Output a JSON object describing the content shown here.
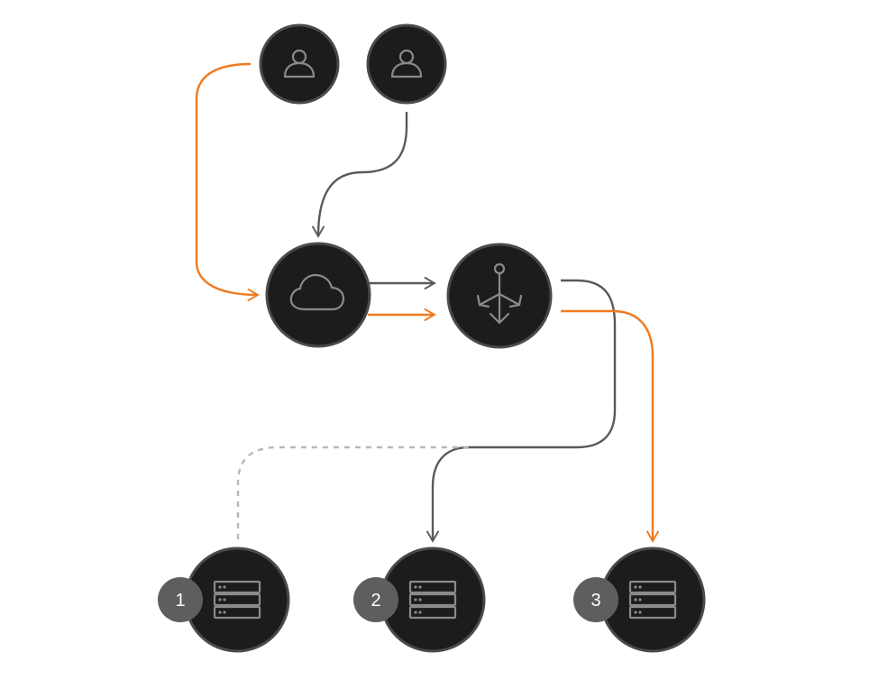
{
  "colors": {
    "background": "#ffffff",
    "node_fill": "#1c1c1c",
    "node_border": "#4a4a4a",
    "icon": "#8a8a8a",
    "primary_flow": "#f07a1e",
    "secondary_flow": "#5a5a5a",
    "inactive_flow": "#b8b8b8",
    "badge": "#5e5e5e"
  },
  "nodes": {
    "user_1": {
      "icon": "user-icon"
    },
    "user_2": {
      "icon": "user-icon"
    },
    "cloud": {
      "icon": "cloud-icon"
    },
    "load_balancer": {
      "icon": "load-balancer-icon"
    },
    "server_1": {
      "icon": "server-icon",
      "badge": "1"
    },
    "server_2": {
      "icon": "server-icon",
      "badge": "2"
    },
    "server_3": {
      "icon": "server-icon",
      "badge": "3"
    }
  },
  "connections": [
    {
      "from": "user_1",
      "to": "cloud",
      "style": "primary_flow"
    },
    {
      "from": "user_2",
      "to": "cloud",
      "style": "secondary_flow"
    },
    {
      "from": "cloud",
      "to": "load_balancer",
      "style": "secondary_flow"
    },
    {
      "from": "cloud",
      "to": "load_balancer",
      "style": "primary_flow"
    },
    {
      "from": "load_balancer",
      "to": "server_2",
      "style": "secondary_flow"
    },
    {
      "from": "load_balancer",
      "to": "server_3",
      "style": "primary_flow"
    },
    {
      "from": "server_1",
      "to": "load_balancer",
      "style": "inactive_flow",
      "dashed": true
    }
  ]
}
